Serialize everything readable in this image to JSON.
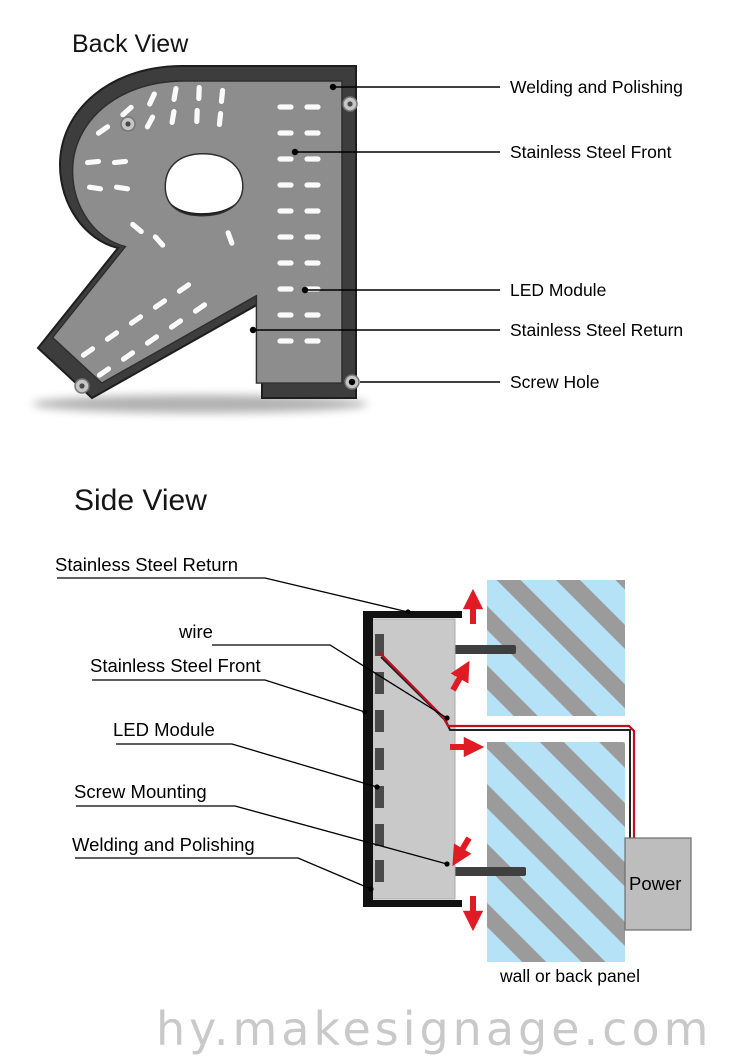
{
  "back_view": {
    "title": "Back View",
    "labels": {
      "welding": "Welding and Polishing",
      "front": "Stainless Steel Front",
      "led": "LED Module",
      "return": "Stainless Steel Return",
      "screw_hole": "Screw Hole"
    }
  },
  "side_view": {
    "title": "Side View",
    "labels": {
      "return": "Stainless Steel Return",
      "wire": "wire",
      "front": "Stainless Steel Front",
      "led": "LED Module",
      "screw_mounting": "Screw Mounting",
      "welding": "Welding and Polishing"
    },
    "power": "Power",
    "wall_caption": "wall or back panel"
  },
  "watermark": "հy.makesignage.com",
  "colors": {
    "letter_return_dark": "#3d3d3d",
    "letter_face_gray": "#8d8d8d",
    "wall_blue": "#b5e2f7",
    "hatch_gray": "#9b9b9b",
    "arrow_red": "#e01b24",
    "wire_red": "#c01020",
    "channel_gray": "#c9c9c9",
    "power_box_gray": "#bdbdbd"
  }
}
